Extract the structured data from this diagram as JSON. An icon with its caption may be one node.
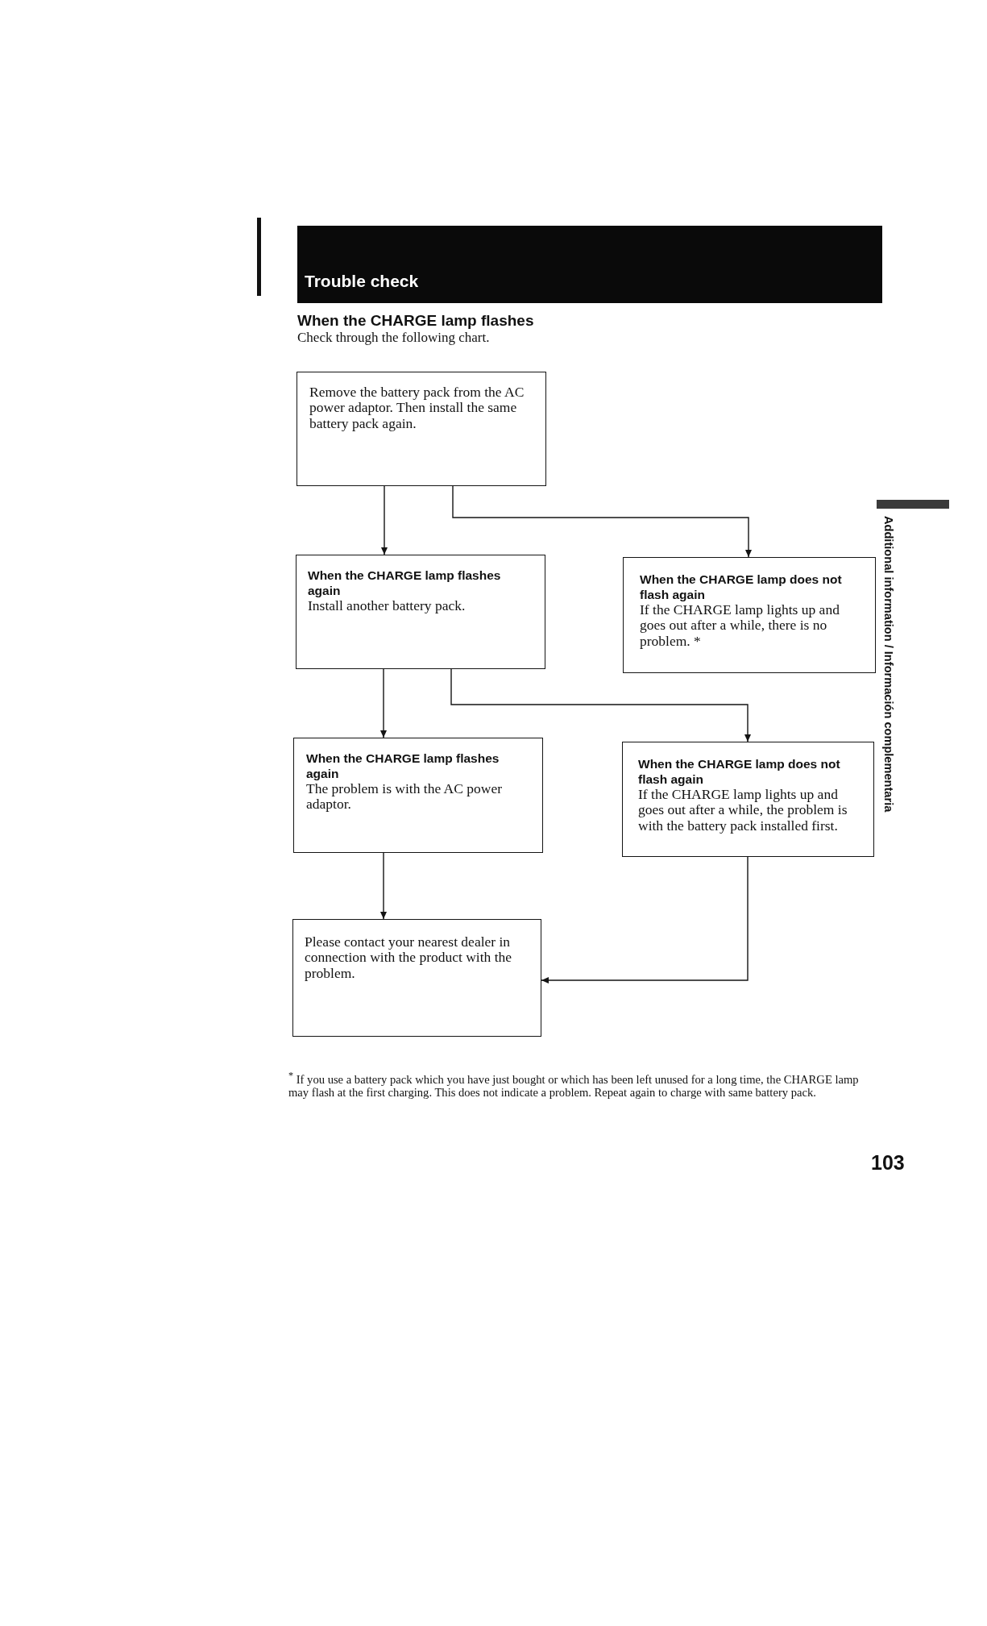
{
  "diagram": {
    "title": "Trouble check",
    "nodes": [
      {
        "text": [
          "Remove the battery pack from the AC power adaptor. Then install the same battery pack again."
        ]
      },
      {
        "text": [
          "When the CHARGE lamp flashes again",
          "Install another battery pack."
        ]
      },
      {
        "text": [
          "When the CHARGE lamp does not flash again",
          "If the CHARGE lamp lights up and goes out after a while, there is no problem. *"
        ]
      },
      {
        "text": [
          "When the CHARGE lamp flashes again",
          "The problem is with the AC power adaptor."
        ]
      },
      {
        "text": [
          "When the CHARGE lamp does not flash again",
          "If the CHARGE lamp lights up and goes out after a while, the problem is with the battery pack installed first."
        ]
      },
      {
        "text": [
          "Please contact your nearest dealer in connection with the product with the problem."
        ]
      }
    ],
    "edges": [
      {
        "from": 0,
        "to": 1,
        "arrow": "to"
      },
      {
        "from": 0,
        "to": 2,
        "arrow": "to"
      },
      {
        "from": 1,
        "to": 3,
        "arrow": "to"
      },
      {
        "from": 1,
        "to": 4,
        "arrow": "to"
      },
      {
        "from": 3,
        "to": 5,
        "arrow": "to"
      },
      {
        "from": 4,
        "to": 5,
        "arrow": "to"
      }
    ],
    "labels": [
      "When the CHARGE lamp flashes",
      "Check through the following chart.",
      "Additional information / Información complementaria",
      "$^{*}$ If you use a battery pack which you have just bought or which has been left unused for a long time, the CHARGE lamp may flash at the first charging. This does not indicate a problem. Repeat again to charge with same battery pack.",
      "103"
    ]
  }
}
